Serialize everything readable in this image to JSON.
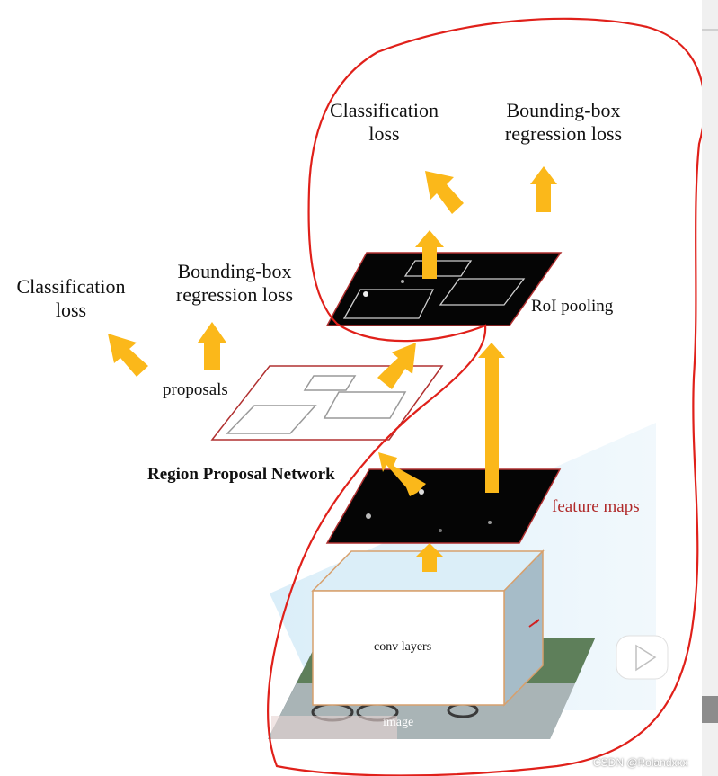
{
  "labels": {
    "top_cls": [
      "Classification",
      "loss"
    ],
    "top_bbox": [
      "Bounding-box",
      "regression loss"
    ],
    "left_cls": [
      "Classification",
      "loss"
    ],
    "left_bbox": [
      "Bounding-box",
      "regression loss"
    ],
    "roi_pooling": "RoI pooling",
    "proposals": "proposals",
    "rpn": "Region Proposal Network",
    "feature_maps": "feature maps",
    "conv_layers": "conv layers",
    "image": "image"
  },
  "watermark": "CSDN @Rolandxxx",
  "colors": {
    "arrow": "#fbb81a",
    "annotation": "#e0201a",
    "feature_map": "#050505",
    "map_border": "#b03030",
    "feature_text": "#b02a2a",
    "play_icon": "#ffffff"
  }
}
